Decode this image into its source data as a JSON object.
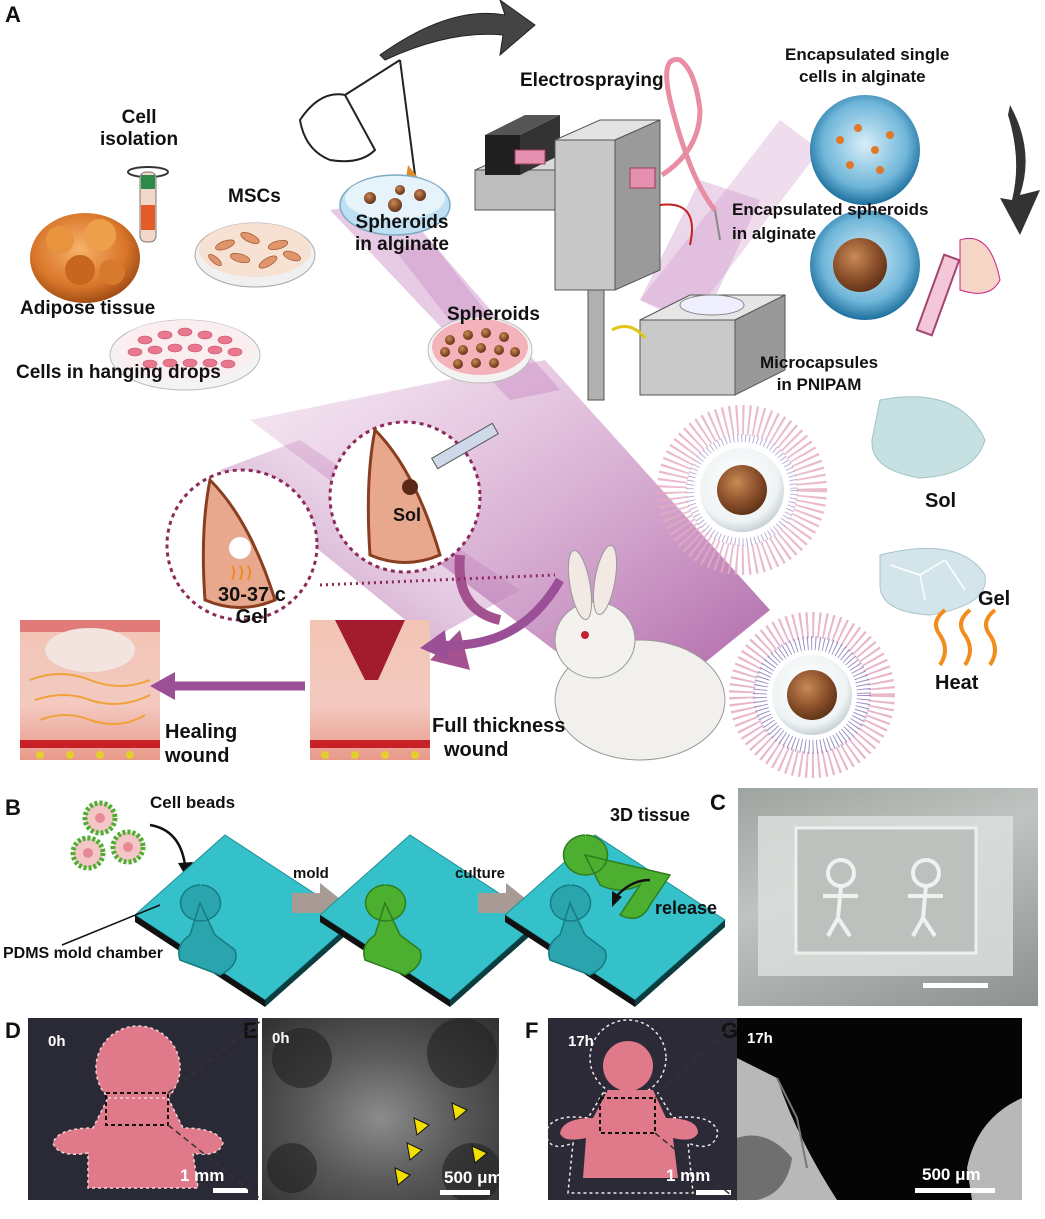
{
  "panels": {
    "A": "A",
    "B": "B",
    "C": "C",
    "D": "D",
    "E": "E",
    "F": "F",
    "G": "G"
  },
  "panel_a": {
    "cell_isolation": [
      "Cell",
      "isolation"
    ],
    "adipose_tissue": "Adipose tissue",
    "mscs": "MSCs",
    "spheroids_in_alginate": [
      "Spheroids",
      "in alginate"
    ],
    "electrospraying": "Electrospraying",
    "encapsulated_single": [
      "Encapsulated single",
      "cells in alginate"
    ],
    "encapsulated_spheroids": [
      "Encapsulated spheroids",
      "in alginate"
    ],
    "cells_hanging_drops": "Cells in hanging drops",
    "spheroids": "Spheroids",
    "microcapsules": [
      "Microcapsules",
      "in PNIPAM"
    ],
    "sol_circle": "Sol",
    "temp_gel": [
      "30-37 c",
      "Gel"
    ],
    "sol_right": "Sol",
    "gel_right": "Gel",
    "heat": "Heat",
    "healing_wound": [
      "Healing",
      "wound"
    ],
    "full_thickness": [
      "Full thickness",
      "wound"
    ]
  },
  "panel_b": {
    "cell_beads": "Cell beads",
    "mold": "mold",
    "culture": "culture",
    "tissue_3d": "3D tissue",
    "release": "release",
    "pdms": "PDMS mold chamber"
  },
  "micrographs": {
    "d": {
      "time": "0h",
      "scale": "1 mm"
    },
    "e": {
      "time": "0h",
      "scale": "500 μm"
    },
    "f": {
      "time": "17h",
      "scale": "1 mm"
    },
    "g": {
      "time": "17h",
      "scale": "500 μm"
    }
  },
  "colors": {
    "purple": "#9b4f96",
    "magenta": "#a0317a",
    "cyan": "#35c1c9",
    "green": "#4caf2f",
    "pink": "#e58a96"
  }
}
